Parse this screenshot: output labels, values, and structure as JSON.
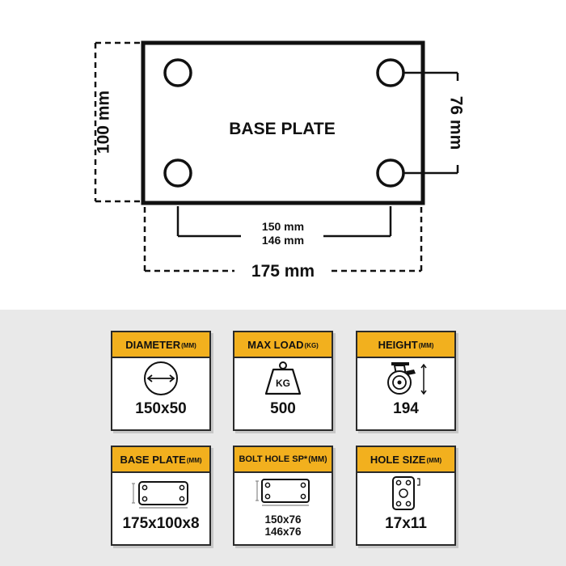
{
  "diagram": {
    "plate_label": "BASE PLATE",
    "dim_height": "100 mm",
    "dim_hole_vertical": "76 mm",
    "dim_hole_horizontal_1": "150 mm",
    "dim_hole_horizontal_2": "146 mm",
    "dim_width": "175 mm"
  },
  "specs": [
    {
      "title": "DIAMETER",
      "unit": "(MM)",
      "icon": "wheel-diameter-icon",
      "value": "150x50"
    },
    {
      "title": "MAX LOAD",
      "unit": "(KG)",
      "icon": "weight-icon",
      "icon_text": "KG",
      "value": "500"
    },
    {
      "title": "HEIGHT",
      "unit": "(MM)",
      "icon": "caster-wheel-icon",
      "value": "194"
    },
    {
      "title": "BASE PLATE",
      "unit": "(MM)",
      "icon": "base-plate-icon",
      "value": "175x100x8"
    },
    {
      "title": "BOLT HOLE SP*",
      "unit": "(MM)",
      "icon": "bolt-hole-icon",
      "value_line1": "150x76",
      "value_line2": "146x76"
    },
    {
      "title": "HOLE SIZE",
      "unit": "(MM)",
      "icon": "hole-size-icon",
      "value": "17x11"
    }
  ],
  "colors": {
    "accent": "#f2b01e",
    "panel_bg": "#e9e9e9",
    "line": "#111111"
  }
}
